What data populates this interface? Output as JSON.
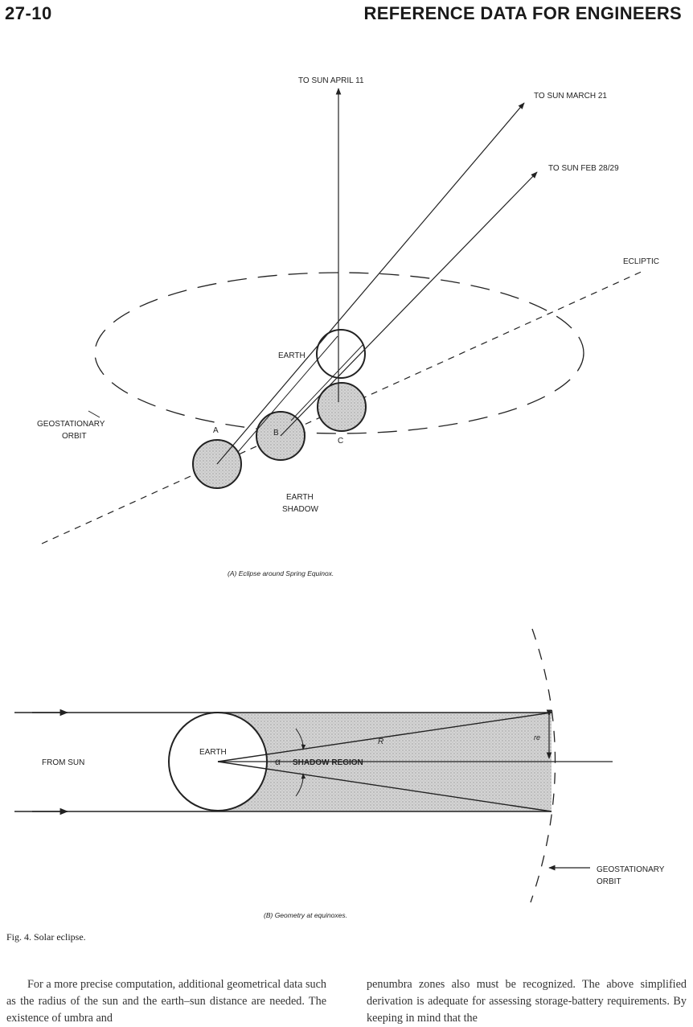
{
  "header": {
    "page_number": "27-10",
    "running_title": "REFERENCE DATA FOR ENGINEERS"
  },
  "figure_a": {
    "labels": {
      "to_sun_april": "TO SUN APRIL 11",
      "to_sun_march": "TO SUN MARCH 21",
      "to_sun_feb": "TO SUN FEB 28/29",
      "ecliptic": "ECLIPTIC",
      "earth": "EARTH",
      "geo_line1": "GEOSTATIONARY",
      "geo_line2": "ORBIT",
      "point_a": "A",
      "point_b": "B",
      "point_c": "C",
      "shadow_line1": "EARTH",
      "shadow_line2": "SHADOW"
    },
    "caption": "(A) Eclipse around Spring Equinox."
  },
  "figure_b": {
    "labels": {
      "from_sun": "FROM SUN",
      "earth": "EARTH",
      "alpha": "α",
      "shadow_region": "SHADOW REGION",
      "r_big": "R",
      "r_small": "re",
      "geo_line1": "GEOSTATIONARY",
      "geo_line2": "ORBIT"
    },
    "caption": "(B) Geometry at equinoxes."
  },
  "figure_caption": "Fig. 4. Solar eclipse.",
  "body_text": {
    "left_column": "For a more precise computation, additional geometrical data such as the radius of the sun and the earth–sun distance are needed. The existence of umbra and",
    "right_column": "penumbra zones also must be recognized. The above simplified derivation is adequate for assessing storage-battery requirements. By keeping in mind that the"
  }
}
